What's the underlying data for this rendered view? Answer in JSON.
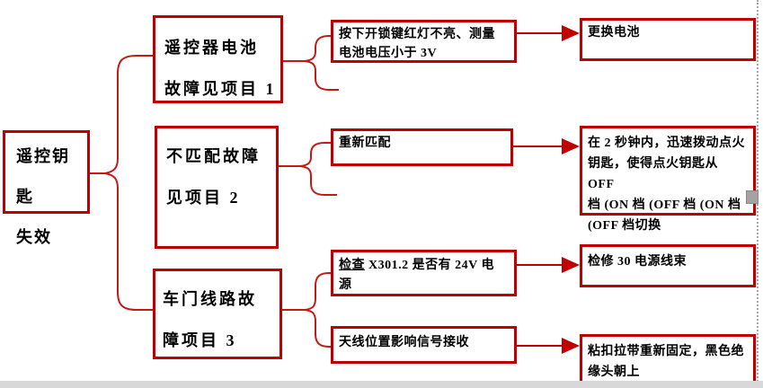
{
  "colors": {
    "box_border": "#c00000",
    "connector_line": "#c00000",
    "text": "#000000",
    "page_bottom_strip": "#d8d8d8",
    "boundary_dotted": "#a8a8a8",
    "resize_handle": "#a3a3a3"
  },
  "nodes": {
    "root": {
      "text": "遥控钥匙\n失效"
    },
    "branch1": {
      "text": "遥控器电池\n故障见项目 1"
    },
    "branch2": {
      "text": "不匹配故障\n见项目 2"
    },
    "branch3": {
      "text": "车门线路故\n障项目 3"
    },
    "check1": {
      "text": "按下开锁键红灯不亮、测量\n电池电压小于 3V"
    },
    "action1": {
      "text": "更换电池"
    },
    "check2": {
      "text": "重新匹配"
    },
    "action2": {
      "text": "在 2 秒钟内，迅速拨动点火\n钥匙，使得点火钥匙从 OFF\n档 (ON 档 (OFF 档 (ON 档\n(OFF 档切换"
    },
    "check3a": {
      "underlined": "检查",
      "rest": " X301.2 是否有 24V 电\n源"
    },
    "action3a": {
      "text": "检修 30 电源线束"
    },
    "check3b": {
      "text": "天线位置影响信号接收"
    },
    "action3b": {
      "text": "粘扣拉带重新固定，黑色绝\n缘头朝上"
    }
  }
}
